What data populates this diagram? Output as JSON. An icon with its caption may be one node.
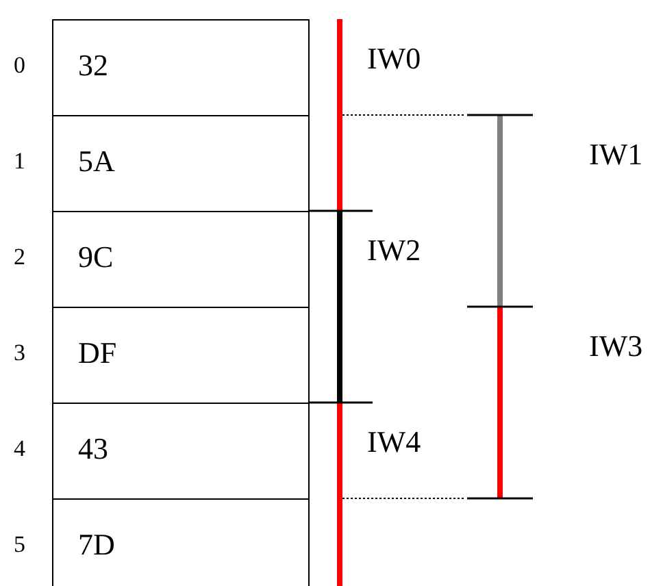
{
  "diagram": {
    "nodes": [
      {
        "text": [
          "32"
        ],
        "beside": [
          "0"
        ]
      },
      {
        "text": [
          "5A"
        ],
        "beside": [
          "1"
        ]
      },
      {
        "text": [
          "9C"
        ],
        "beside": [
          "2"
        ]
      },
      {
        "text": [
          "DF"
        ],
        "beside": [
          "3"
        ]
      },
      {
        "text": [
          "43"
        ],
        "beside": [
          "4"
        ]
      },
      {
        "text": [
          "7D"
        ],
        "beside": [
          "5"
        ]
      }
    ],
    "labels": [
      "IW0",
      "IW1",
      "IW2",
      "IW3",
      "IW4"
    ]
  }
}
